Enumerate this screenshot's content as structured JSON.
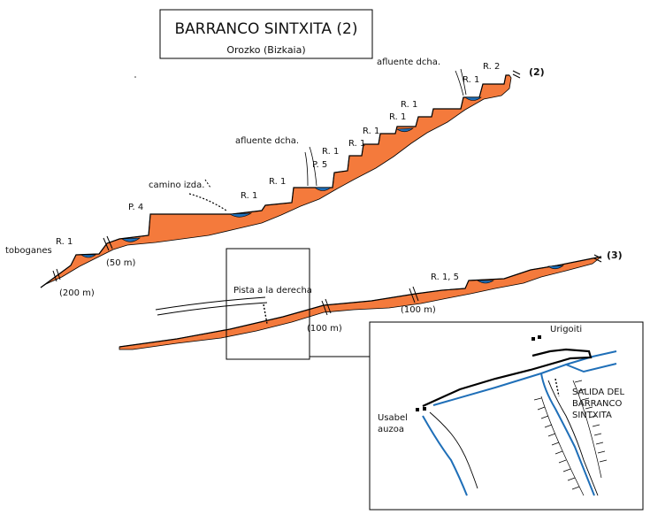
{
  "title": "BARRANCO SINTXITA (2)",
  "subtitle": "Orozko (Bizkaia)",
  "colors": {
    "rock": "#f47a3c",
    "water": "#1f6fb8",
    "outline": "#000000"
  },
  "profile_upper": {
    "end_label": "(2)",
    "labels": {
      "toboganes": "toboganes",
      "dist_200": "(200 m)",
      "r1_a": "R. 1",
      "dist_50": "(50 m)",
      "p4": "P. 4",
      "camino": "camino izda.",
      "r1_b": "R. 1",
      "r1_c": "R. 1",
      "afluente_1": "afluente dcha.",
      "p5": "P. 5",
      "r1_d": "R. 1",
      "r1_e": "R. 1",
      "r1_f": "R. 1",
      "r1_g": "R. 1",
      "r1_h": "R. 1",
      "afluente_2": "afluente dcha.",
      "r1_i": "R. 1",
      "r2": "R. 2"
    }
  },
  "profile_lower": {
    "end_label": "(3)",
    "labels": {
      "pista": "Pista a la derecha",
      "dist_100a": "(100 m)",
      "dist_100b": "(100 m)",
      "r15": "R. 1, 5"
    }
  },
  "map": {
    "urigoiti": "Urigoiti",
    "usabel_1": "Usabel",
    "usabel_2": "auzoa",
    "salida_1": "SALIDA DEL",
    "salida_2": "BARRANCO",
    "salida_3": "SINTXITA"
  }
}
